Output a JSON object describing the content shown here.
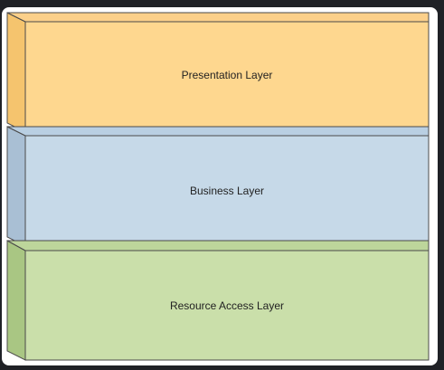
{
  "layers": [
    {
      "id": "presentation",
      "label": "Presentation Layer",
      "colors": {
        "front": "#fed78f",
        "side": "#f5c46e",
        "top": "#fbd08a",
        "stroke": "#4a4a4a"
      }
    },
    {
      "id": "business",
      "label": "Business Layer",
      "colors": {
        "front": "#c6d9e8",
        "side": "#a9bfd4",
        "top": "#b9cfe2",
        "stroke": "#4a4a4a"
      }
    },
    {
      "id": "resource-access",
      "label": "Resource Access Layer",
      "colors": {
        "front": "#cadfaa",
        "side": "#a9c683",
        "top": "#bdd69b",
        "stroke": "#4a4a4a"
      }
    }
  ]
}
